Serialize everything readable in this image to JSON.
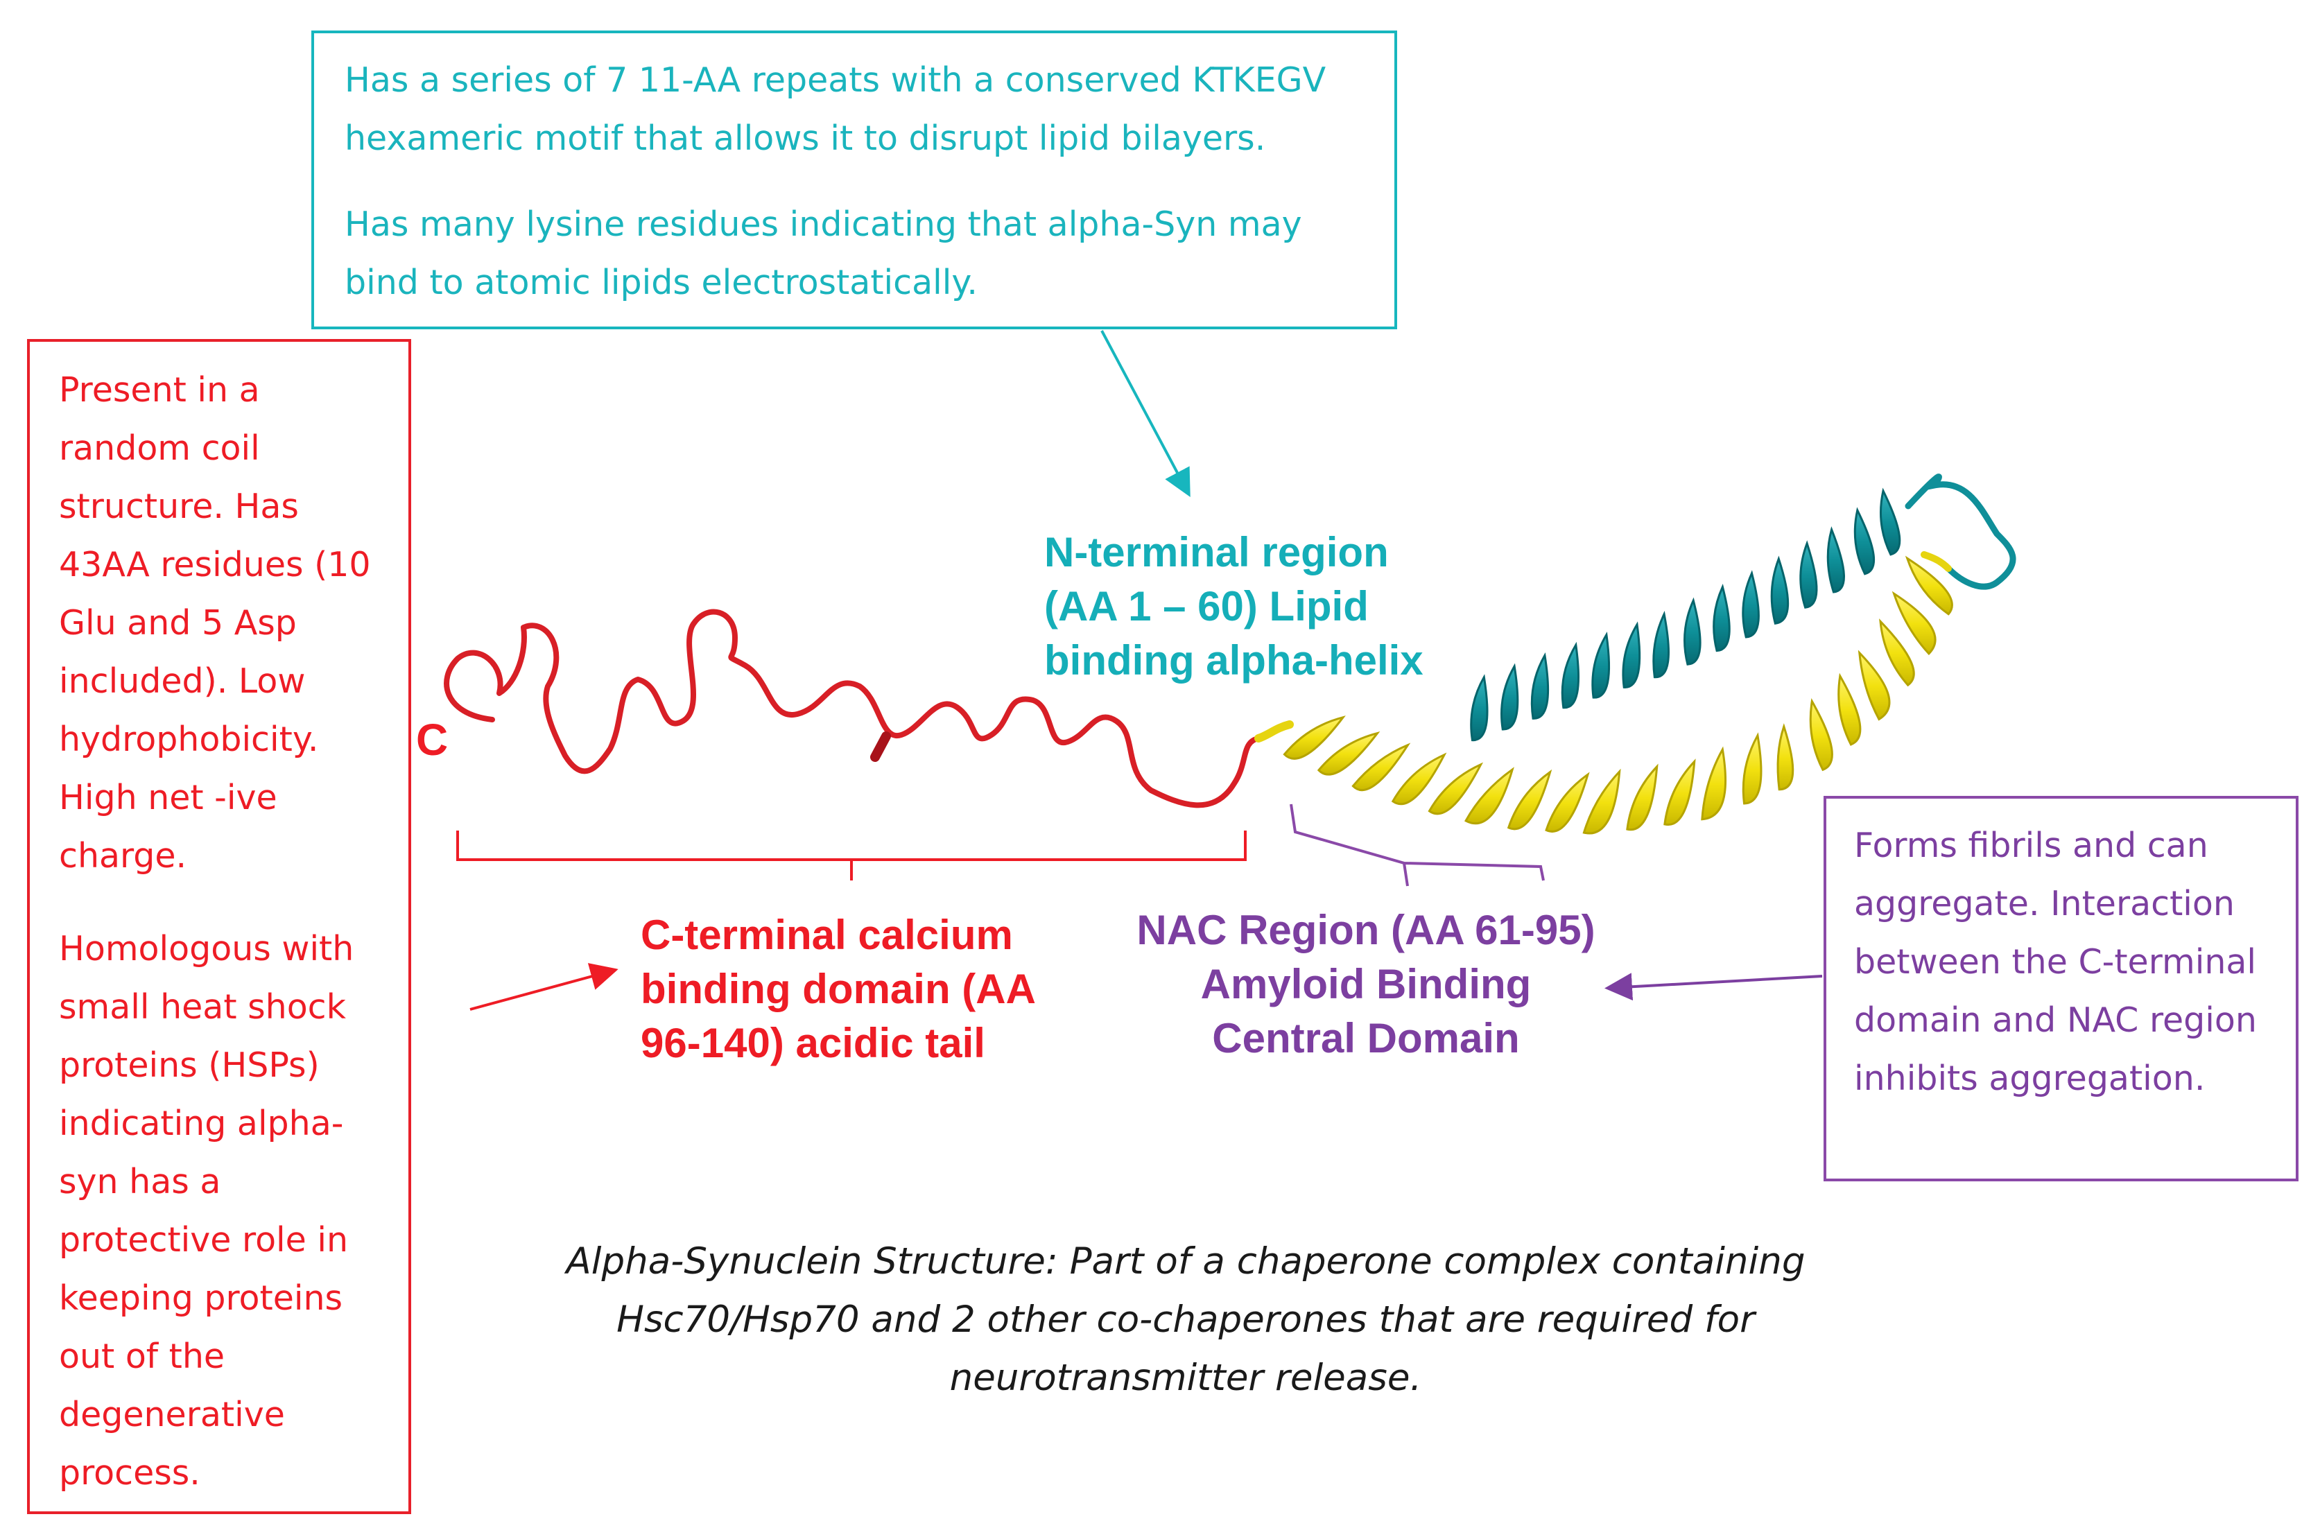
{
  "colors": {
    "teal": "#17b6be",
    "red": "#ee1c25",
    "purple": "#7c3fa0",
    "yellow": "#f5e61a",
    "helix_teal": "#0f8f99"
  },
  "teal_box": {
    "para1": "Has a series of 7 11-AA repeats with a conserved KTKEGV hexameric motif that allows it to disrupt lipid bilayers.",
    "para2": "Has many lysine residues indicating that alpha-Syn may bind to atomic lipids electrostatically."
  },
  "red_box": {
    "para1": "Present in a random coil structure. Has 43AA residues (10 Glu and 5 Asp included). Low hydrophobicity. High net -ive charge.",
    "para2": "Homologous with small heat shock proteins (HSPs) indicating alpha-syn has a protective role in keeping proteins out of the degenerative process."
  },
  "purple_box": {
    "para1": "Forms fibrils and can aggregate. Interaction between the C-terminal domain and NAC region inhibits aggregation."
  },
  "labels": {
    "c_terminus": "C",
    "n_terminal": "N-terminal region\n(AA 1 – 60) Lipid\nbinding alpha-helix",
    "c_terminal_domain": "C-terminal calcium\nbinding domain (AA\n96-140) acidic tail",
    "nac_region": "NAC Region (AA 61-95)\nAmyloid Binding\nCentral Domain"
  },
  "caption": {
    "line1": "Alpha-Synuclein Structure: Part of a chaperone complex containing",
    "line2": "Hsc70/Hsp70 and 2 other co-chaperones that are required for",
    "line3": "neurotransmitter release."
  }
}
